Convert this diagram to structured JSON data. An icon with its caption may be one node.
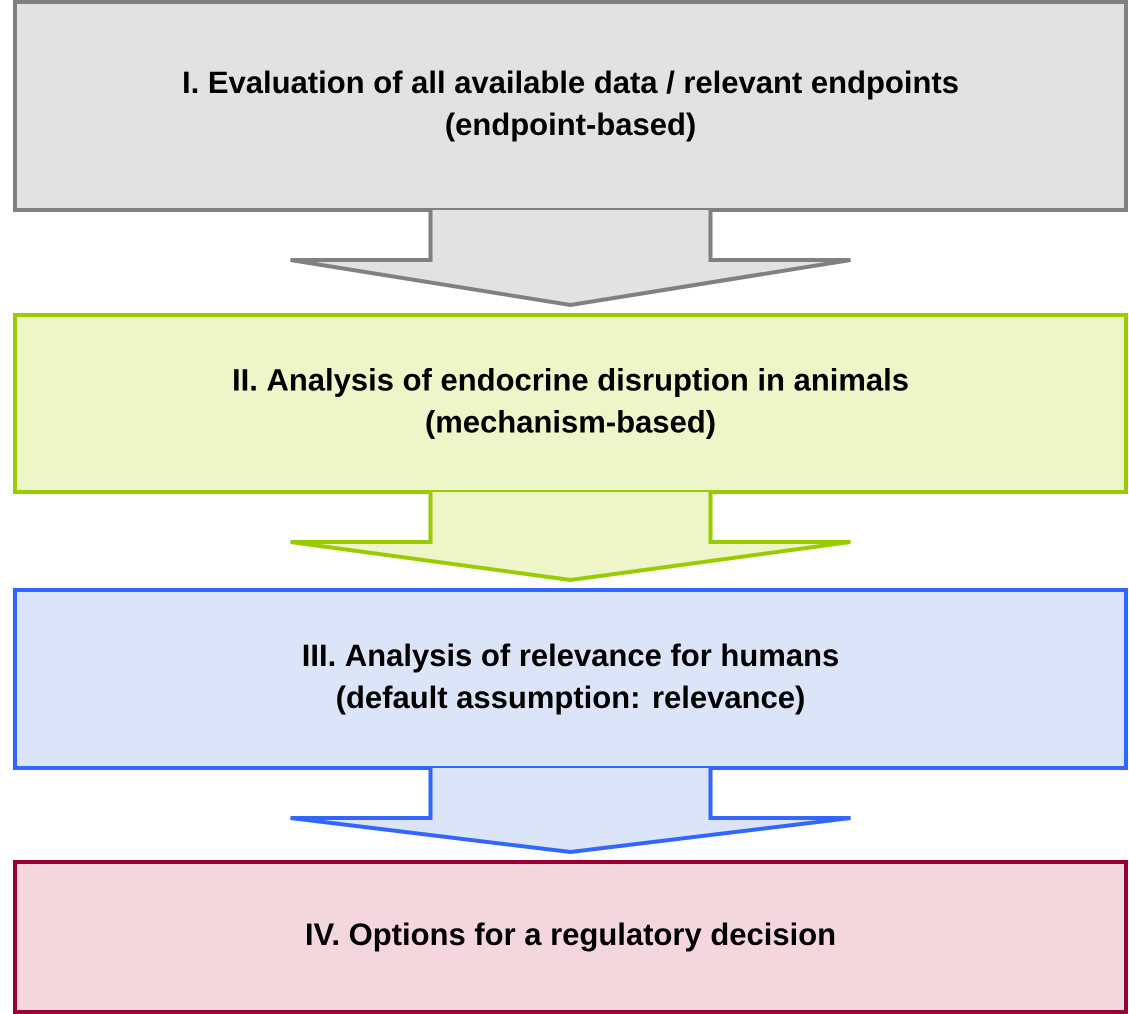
{
  "diagram": {
    "nodes": [
      {
        "text": [
          "I. Evaluation of all available data / relevant endpoints",
          "(endpoint-based)"
        ]
      },
      {
        "text": [
          "II. Analysis of endocrine disruption in animals",
          "(mechanism-based)"
        ]
      },
      {
        "text": [
          "III. Analysis of relevance for humans",
          "(default assumption: relevance)"
        ]
      },
      {
        "text": [
          "IV. Options for a regulatory decision"
        ]
      }
    ],
    "edges": [
      {
        "from": 0,
        "to": 1,
        "arrow": "to",
        "color": "#808080"
      },
      {
        "from": 1,
        "to": 2,
        "arrow": "to",
        "color": "#99cc00"
      },
      {
        "from": 2,
        "to": 3,
        "arrow": "to",
        "color": "#3366ff"
      }
    ]
  }
}
